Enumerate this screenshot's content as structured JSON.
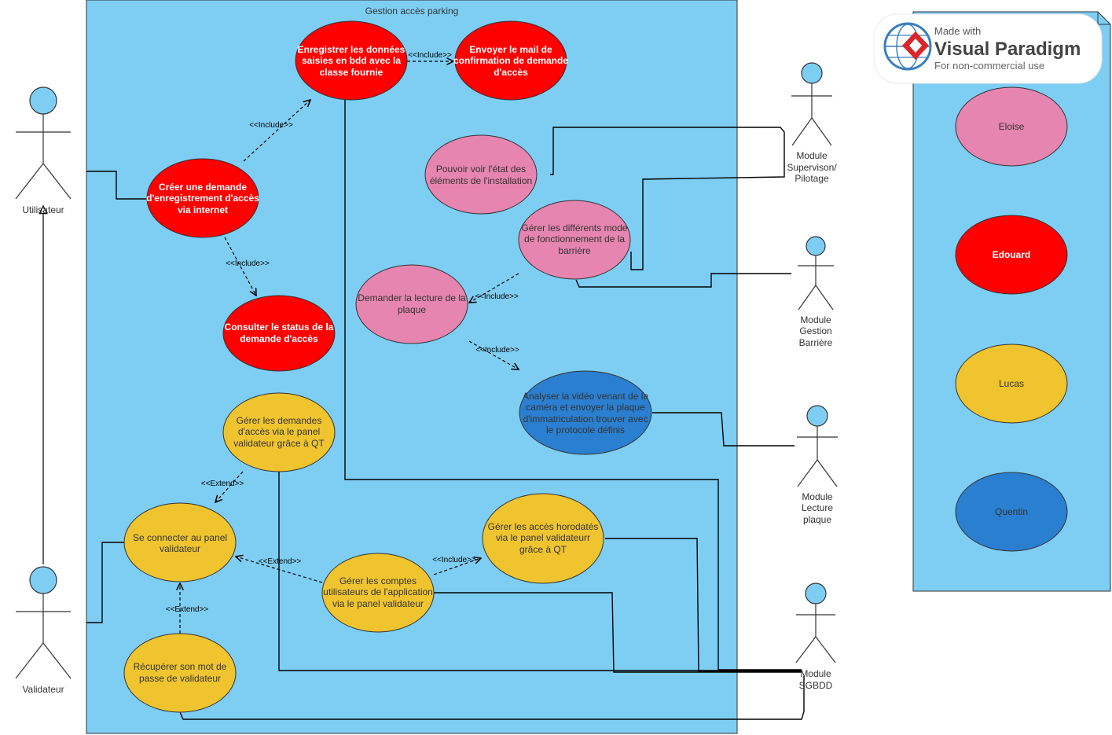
{
  "system_title": "Gestion accès parking",
  "colors": {
    "system_fill": "#7ecef4",
    "red": "#ff0000",
    "pink": "#e685b0",
    "yellow": "#f0c42f",
    "blue": "#2a7fd0",
    "actor_head": "#7ecef4"
  },
  "actors": {
    "utilisateur": "Utilisateur",
    "validateur": "Validateur",
    "supervision": [
      "Module",
      "Supervison/",
      "Pilotage"
    ],
    "barriere": [
      "Module",
      "Gestion",
      "Barrière"
    ],
    "lecture": [
      "Module",
      "Lecture",
      "plaque"
    ],
    "sgbdd": [
      "Module",
      "SGBDD"
    ]
  },
  "use_cases": {
    "enregistrer": [
      "Enregistrer les données",
      "saisies en bdd avec la",
      "classe fournie"
    ],
    "envoyer_mail": [
      "Envoyer le mail de",
      "confirmation de demande",
      "d'accès"
    ],
    "creer_demande": [
      "Créer une demande",
      "d'enregistrement d'accès",
      "via internet"
    ],
    "consulter": [
      "Consulter le status de la",
      "demande d'accès"
    ],
    "voir_etat": [
      "Pouvoir voir l'état des",
      "éléments de l'installation"
    ],
    "gerer_modes": [
      "Gérer les différents mode",
      "de fonctionnement de la",
      "barrière"
    ],
    "lecture_plaque": [
      "Demander la lecture de la",
      "plaque"
    ],
    "analyser_video": [
      "Analyser la vidéo venant de la",
      "caméra et envoyer la plaque",
      "d'immatriculation trouver avec",
      "le protocole définis"
    ],
    "gerer_demandes": [
      "Gérer les demandes",
      "d'accès via le panel",
      "validateur grâce à QT"
    ],
    "se_connecter": [
      "Se connecter au panel",
      "validateur"
    ],
    "gerer_acces": [
      "Gérer les accès horodatés",
      "via le panel validateurr",
      "grâce à QT"
    ],
    "gerer_comptes": [
      "Gérer les comptes",
      "utilisateurs de l'application",
      "via le panel validateur"
    ],
    "recuperer": [
      "Récupérer son mot de",
      "passe de validateur"
    ]
  },
  "relations": {
    "include": "<<Include>>",
    "extend": "<<Extend>>"
  },
  "legend": {
    "eloise": "Eloise",
    "edouard": "Edouard",
    "lucas": "Lucas",
    "quentin": "Quentin"
  },
  "watermark": {
    "made_with": "Made with",
    "brand": "Visual Paradigm",
    "subtitle": "For non-commercial use"
  }
}
